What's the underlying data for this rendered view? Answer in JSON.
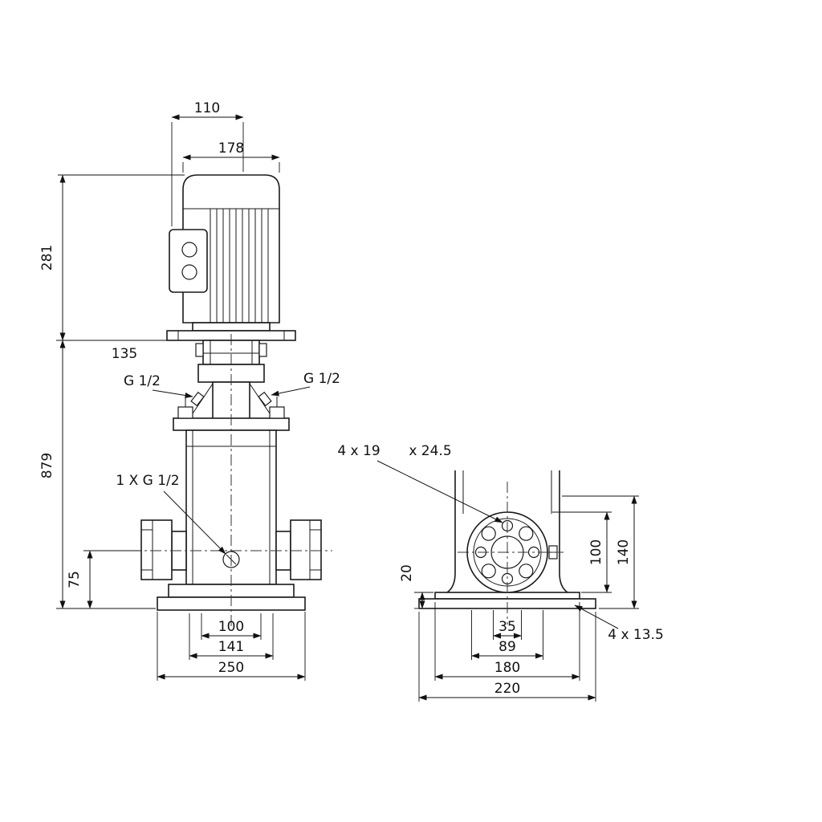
{
  "front": {
    "dim110": "110",
    "dim178": "178",
    "dim281": "281",
    "dim135": "135",
    "g_left": "G 1/2",
    "g_right": "G 1/2",
    "dim879": "879",
    "drain_label": "1 X G 1/2",
    "dim75": "75",
    "dim100": "100",
    "dim141": "141",
    "dim250": "250"
  },
  "side": {
    "holes_label": "4 x 19",
    "counterbore_label": "x 24.5",
    "dim20": "20",
    "dim100": "100",
    "dim140": "140",
    "dim35": "35",
    "dim89": "89",
    "dim180": "180",
    "dim220": "220",
    "base_holes_label": "4 x 13.5"
  }
}
